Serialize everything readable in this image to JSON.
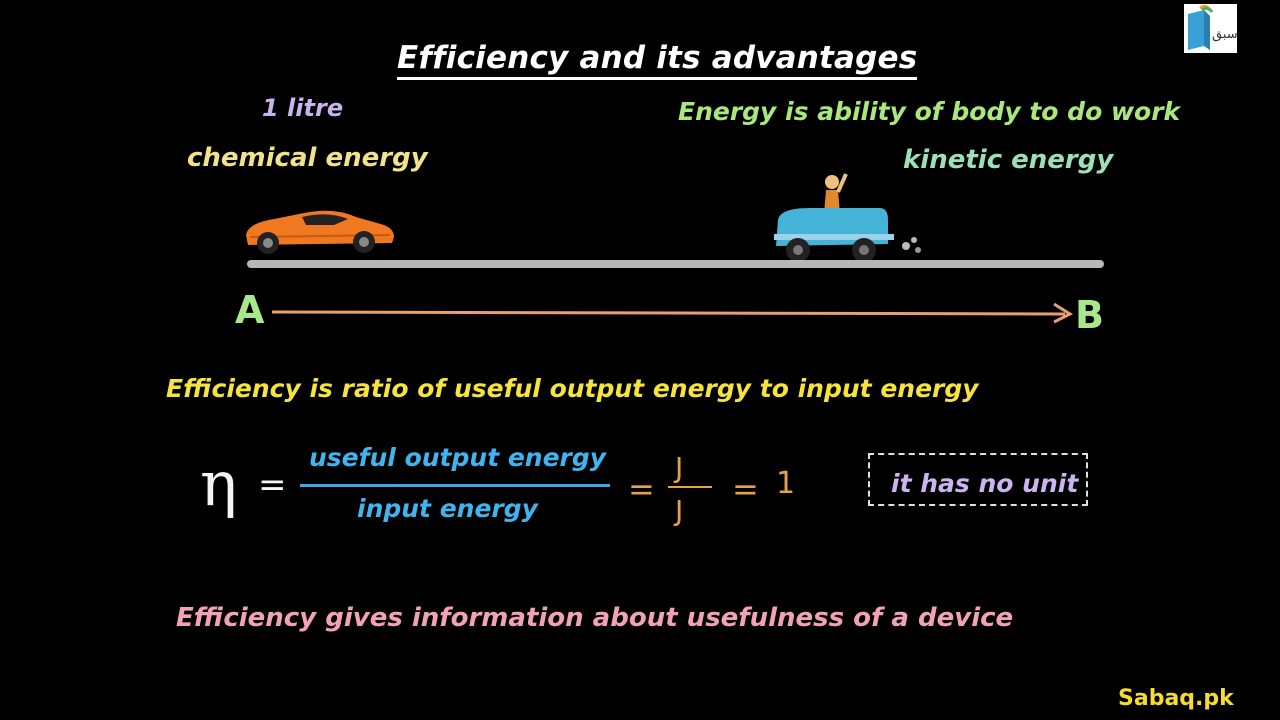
{
  "title": "Efficiency and its advantages",
  "fuel_amount": "1 litre",
  "input_energy_label": "chemical energy",
  "energy_definition": "Energy is ability of  body to do work",
  "output_energy_label": "kinetic energy",
  "points": {
    "start": "A",
    "end": "B"
  },
  "efficiency_definition": "Efficiency is ratio of useful output energy to input energy",
  "formula": {
    "symbol": "η",
    "equals": "=",
    "numerator": "useful output energy",
    "denominator": "input energy",
    "unit_numerator": "J",
    "unit_denominator": "J",
    "result": "1"
  },
  "no_unit_note": "it has no unit",
  "usefulness_statement": "Efficiency gives information about usefulness of a device",
  "brand": "Sabaq.pk",
  "logo_text": "سبق",
  "colors": {
    "title": "#ffffff",
    "definition": "#f6e33c",
    "formula_text": "#3fb5f0",
    "units": "#e6a24a",
    "sports_car": "#f07820",
    "old_car": "#45b3d8"
  }
}
